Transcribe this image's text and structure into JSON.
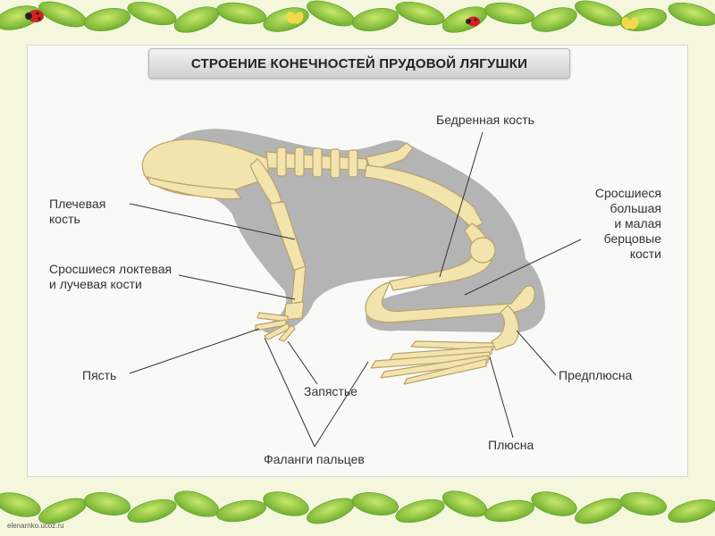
{
  "title": "СТРОЕНИЕ КОНЕЧНОСТЕЙ ПРУДОВОЙ ЛЯГУШКИ",
  "labels": {
    "femur": "Бедренная кость",
    "tibiofibula_1": "Сросшиеся",
    "tibiofibula_2": "большая",
    "tibiofibula_3": "и малая",
    "tibiofibula_4": "берцовые",
    "tibiofibula_5": "кости",
    "humerus_1": "Плечевая",
    "humerus_2": "кость",
    "radioulna_1": "Сросшиеся локтевая",
    "radioulna_2": "и лучевая кости",
    "metacarpus": "Пясть",
    "carpus": "Запястье",
    "tarsus": "Предплюсна",
    "metatarsus": "Плюсна",
    "phalanges": "Фаланги пальцев"
  },
  "footer": "elenarnko.ucoz.ru",
  "colors": {
    "bone": "#f3e3ad",
    "bone_outline": "#b9a36a",
    "body_shadow": "#a8a8a8",
    "leader_line": "#333333",
    "leaf": "#8cc63f"
  }
}
